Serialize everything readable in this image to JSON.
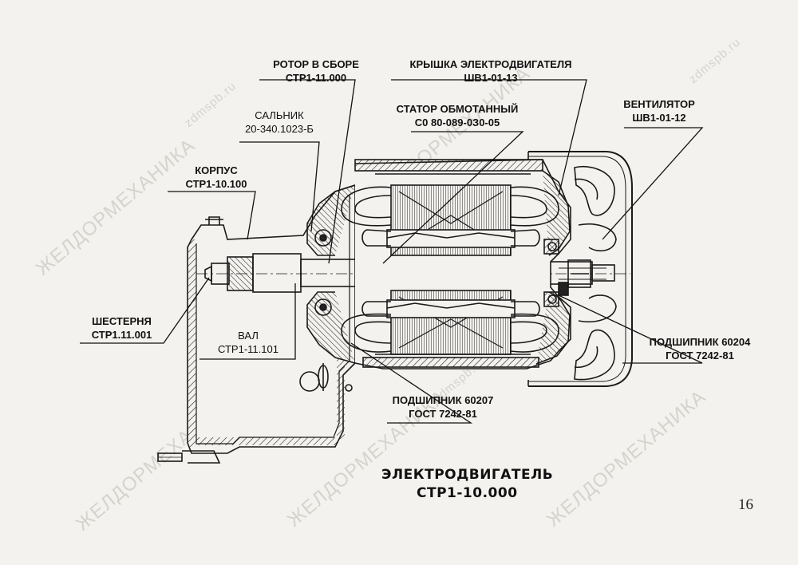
{
  "title": {
    "line1": "ЭЛЕКТРОДВИГАТЕЛЬ",
    "line2": "СТР1-10.000"
  },
  "page_number": "16",
  "watermarks": {
    "brand": "ЖЕЛДОРМЕХАНИКА",
    "site": "zdmspb.ru"
  },
  "labels": {
    "rotor": {
      "name": "РОТОР В СБОРЕ",
      "code": "СТР1-11.000"
    },
    "cover": {
      "name": "КРЫШКА ЭЛЕКТРОДВИГАТЕЛЯ",
      "code": "ШВ1-01-13"
    },
    "stator": {
      "name": "СТАТОР ОБМОТАННЫЙ",
      "code": "С0 80-089-0З0-05"
    },
    "fan": {
      "name": "ВЕНТИЛЯТОР",
      "code": "ШВ1-01-12"
    },
    "seal": {
      "name": "САЛЬНИК",
      "code": "20-340.1023-Б"
    },
    "housing": {
      "name": "КОРПУС",
      "code": "СТР1-10.100"
    },
    "gear": {
      "name": "ШЕСТЕРНЯ",
      "code": "СТР1.11.001"
    },
    "shaft": {
      "name": "ВАЛ",
      "code": "СТР1-11.101"
    },
    "bearing_rear": {
      "name": "ПОДШИПНИК  60204",
      "code": "ГОСТ 7242-81"
    },
    "bearing_front": {
      "name": "ПОДШИПНИК  60207",
      "code": "ГОСТ 7242-81"
    }
  }
}
